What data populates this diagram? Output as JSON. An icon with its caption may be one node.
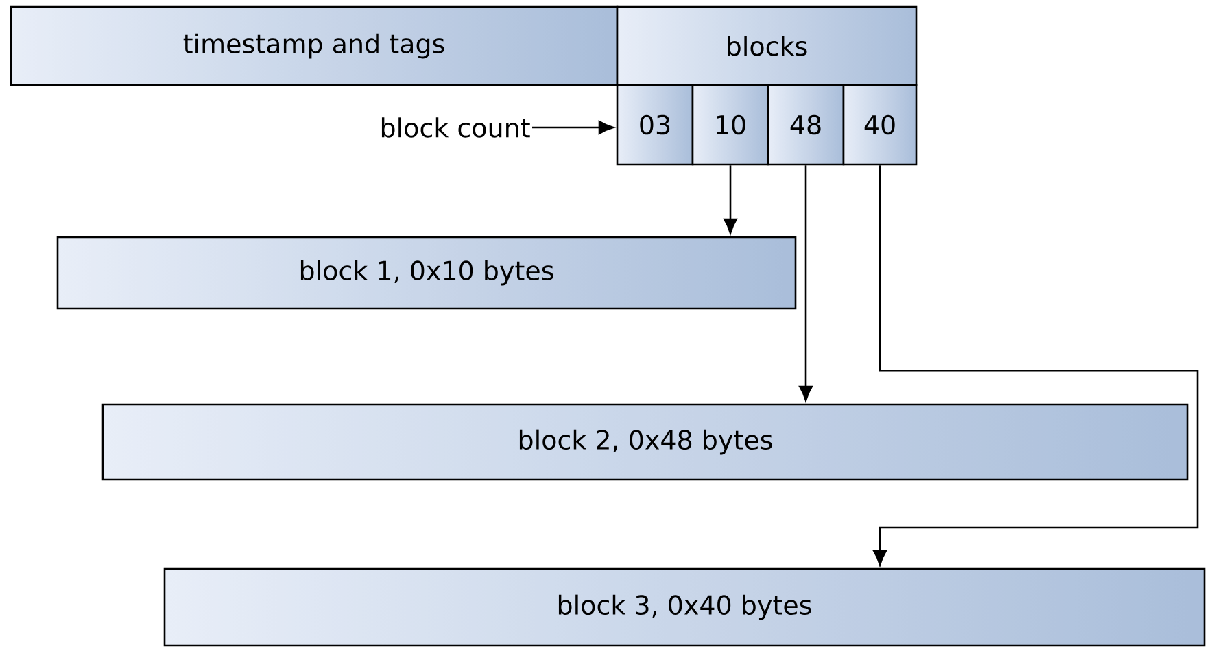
{
  "diagram": {
    "nodes": [
      {
        "text": [
          "timestamp and tags"
        ]
      },
      {
        "text": [
          "blocks"
        ]
      },
      {
        "text": [
          "03"
        ]
      },
      {
        "text": [
          "10"
        ]
      },
      {
        "text": [
          "48"
        ]
      },
      {
        "text": [
          "40"
        ]
      },
      {
        "text": [
          "block count"
        ]
      },
      {
        "text": [
          "block 1, 0x10 bytes"
        ]
      },
      {
        "text": [
          "block 2, 0x48 bytes"
        ]
      },
      {
        "text": [
          "block 3, 0x40 bytes"
        ]
      }
    ],
    "edges": [
      {
        "from": 6,
        "to": 2,
        "arrow": "to"
      },
      {
        "from": 3,
        "to": 7,
        "arrow": "to"
      },
      {
        "from": 4,
        "to": 8,
        "arrow": "to"
      },
      {
        "from": 5,
        "to": 9,
        "arrow": "to"
      }
    ]
  }
}
